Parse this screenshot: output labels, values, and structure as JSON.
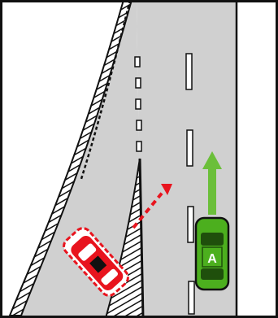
{
  "scene": {
    "colors": {
      "road": "#d0d0d0",
      "frame": "#111111",
      "marking": "#ffffff",
      "car_a": "#4caf1e",
      "car_b": "#e8141e",
      "arrow_a": "#6bbf3a",
      "arrow_b": "#e8141e"
    },
    "cars": [
      {
        "name": "car-a",
        "label": "A",
        "direction": "straight-ahead"
      },
      {
        "name": "car-b",
        "label": "",
        "direction": "merging-from-slip-road"
      }
    ]
  }
}
